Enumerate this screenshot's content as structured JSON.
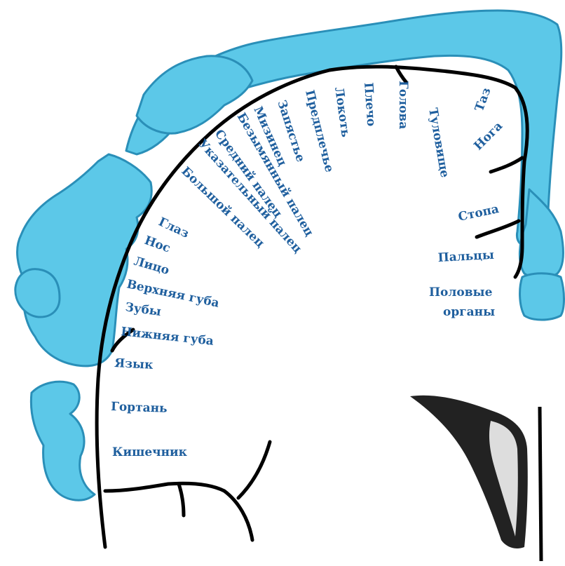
{
  "colors": {
    "body_fill": "#5cc8e8",
    "body_stroke": "#2a8fb8",
    "cortex_outline": "#000000",
    "label_text": "#1f5f9e",
    "background": "#ffffff",
    "ventricle_fill": "#222222"
  },
  "labels": {
    "taz": "Таз",
    "noga": "Нога",
    "tulovishche": "Туловище",
    "golova": "Голова",
    "plecho": "Плечо",
    "lokot": "Локоть",
    "predplechye": "Предплечье",
    "zapyastye": "Запястье",
    "mizinets": "Мизинец",
    "bezymyanny": "Безымянный палец",
    "sredniy": "Средний палец",
    "ukazatelny": "Указательный палец",
    "bolshoy": "Большой палец",
    "glaz": "Глаз",
    "nos": "Нос",
    "litso": "Лицо",
    "verkhnyaya_guba": "Верхняя губа",
    "zuby": "Зубы",
    "nizhnyaya_guba": "Нижняя губа",
    "yazyk": "Язык",
    "gortan": "Гортань",
    "kishechnik": "Кишечник",
    "stopa": "Стопа",
    "paltsy": "Пальцы",
    "polovye_1": "Половые",
    "polovye_2": "органы"
  }
}
